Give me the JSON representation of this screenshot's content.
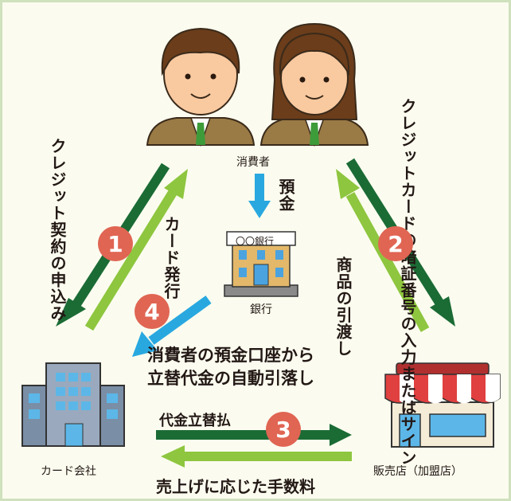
{
  "labels": {
    "consumer": "消費者",
    "deposit": "預金",
    "bank_sign": "〇〇銀行",
    "bank": "銀行",
    "card_company": "カード会社",
    "store": "販売店（加盟店）",
    "credit_application": "クレジット契約の申込み",
    "card_issue": "カード発行",
    "pin_or_sign": "クレジットカードの暗証番号の入力またはサイン",
    "goods_delivery": "商品の引渡し",
    "auto_debit_line1": "消費者の預金口座から",
    "auto_debit_line2": "立替代金の自動引落し",
    "advance_payment": "代金立替払",
    "fee": "売上げに応じた手数料"
  },
  "steps": [
    "1",
    "2",
    "3",
    "4"
  ],
  "colors": {
    "dark_green": "#1b6b35",
    "light_green": "#8ec63f",
    "blue": "#29a8e0",
    "badge": "#e06553",
    "frame": "#cfe1bd",
    "background": "#fbfcef"
  }
}
